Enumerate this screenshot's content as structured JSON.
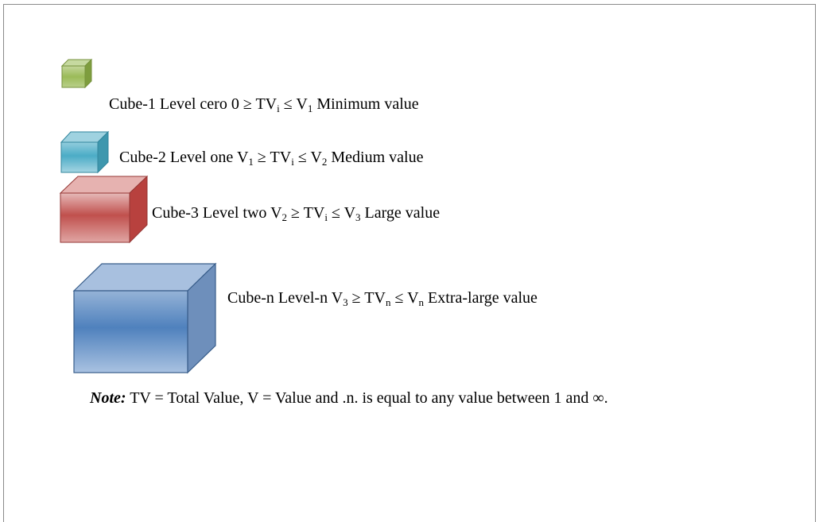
{
  "legend": {
    "items": [
      {
        "name": "Cube-1",
        "level": "Level cero",
        "lower": "0",
        "var": "TV",
        "var_sub": "i",
        "upper": "V",
        "upper_sub": "1",
        "size_label": "Minimum value",
        "color": "#9bbb59"
      },
      {
        "name": "Cube-2",
        "level": "Level one",
        "lower": "V",
        "lower_sub": "1",
        "var": "TV",
        "var_sub": "i",
        "upper": "V",
        "upper_sub": "2",
        "size_label": "Medium value",
        "color": "#4bacc6"
      },
      {
        "name": "Cube-3",
        "level": "Level two",
        "lower": "V",
        "lower_sub": "2",
        "var": "TV",
        "var_sub": "i",
        "upper": "V",
        "upper_sub": "3",
        "size_label": "Large value",
        "color": "#c0504d"
      },
      {
        "name": "Cube-n",
        "level": "Level-n",
        "lower": "V",
        "lower_sub": "3",
        "var": "TV",
        "var_sub": "n",
        "upper": "V",
        "upper_sub": "n",
        "size_label": "Extra-large value",
        "color": "#4f81bd"
      }
    ],
    "ge_symbol": "≥",
    "le_symbol": "≤"
  },
  "note": {
    "tag": "Note:",
    "text": "TV = Total Value, V = Value and .n. is equal to any value between 1 and ∞."
  }
}
